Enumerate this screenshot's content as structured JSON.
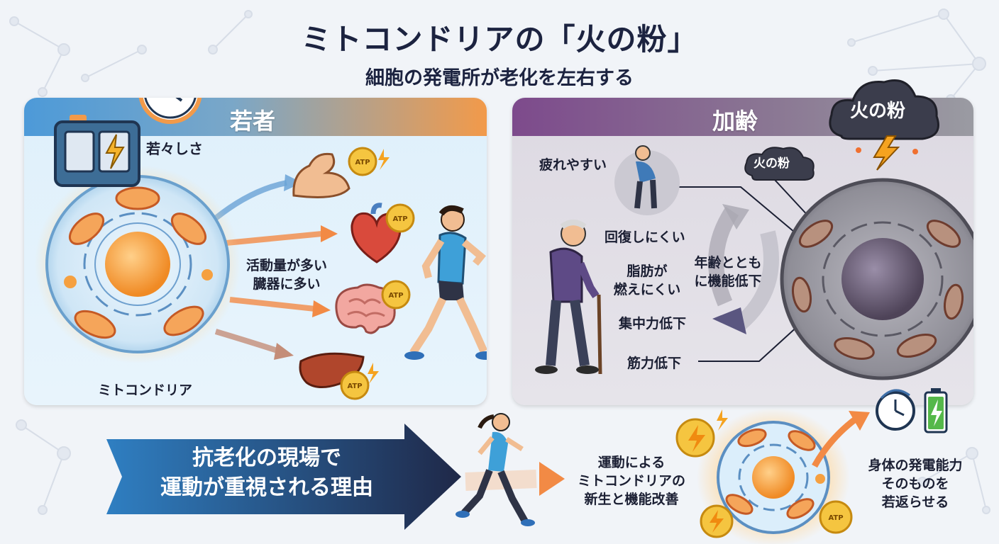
{
  "title": "ミトコンドリアの「火の粉」",
  "subtitle": "細胞の発電所が老化を左右する",
  "young_panel": {
    "header": "若者",
    "generator_label": "若々しさ",
    "activity_label_1": "活動量が多い",
    "activity_label_2": "臓器に多い",
    "mitochondria_label": "ミトコンドリア",
    "atp": "ATP"
  },
  "aged_panel": {
    "header": "加齢",
    "cloud_label": "火の粉",
    "spark_label": "火の粉",
    "symptoms": {
      "tired": "疲れやすい",
      "recovery": "回復しにくい",
      "fat_1": "脂肪が",
      "fat_2": "燃えにくい",
      "decline_1": "年齢ととも",
      "decline_2": "に機能低下",
      "focus": "集中力低下",
      "muscle": "筋力低下"
    }
  },
  "bottom": {
    "arrow_line_1": "抗老化の現場で",
    "arrow_line_2": "運動が重視される理由",
    "middle_line_1": "運動による",
    "middle_line_2": "ミトコンドリアの",
    "middle_line_3": "新生と機能改善",
    "right_line_1": "身体の発電能力",
    "right_line_2": "そのものを",
    "right_line_3": "若返らせる",
    "atp": "ATP"
  },
  "colors": {
    "young_header_start": "#4d9ad8",
    "young_header_end": "#f29a4a",
    "aged_header_start": "#7d4a8c",
    "aged_header_end": "#9a9ba2",
    "navy": "#1c2340",
    "orange": "#f2893a"
  }
}
